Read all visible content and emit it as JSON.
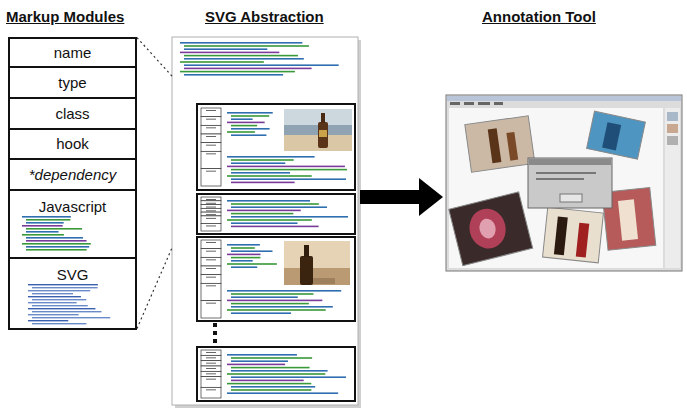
{
  "diagram": {
    "nodes": [
      {
        "text": [
          "Markup Modules"
        ]
      },
      {
        "text": [
          "name"
        ],
        "in": 0
      },
      {
        "text": [
          "type"
        ],
        "in": 0
      },
      {
        "text": [
          "class"
        ],
        "in": 0
      },
      {
        "text": [
          "hook"
        ],
        "in": 0
      },
      {
        "text": [
          "*dependency"
        ],
        "in": 0
      },
      {
        "text": [
          "Javascript"
        ],
        "in": 0
      },
      {
        "text": [
          "SVG"
        ],
        "in": 0
      },
      {
        "text": [
          "SVG Abstraction"
        ]
      },
      {
        "text": [
          "Annotation Tool"
        ]
      }
    ],
    "edges": [
      {
        "from": 1,
        "to": 8,
        "arrow": "none"
      },
      {
        "from": 7,
        "to": 8,
        "arrow": "none"
      },
      {
        "from": 8,
        "to": 9,
        "arrow": "to"
      }
    ]
  }
}
